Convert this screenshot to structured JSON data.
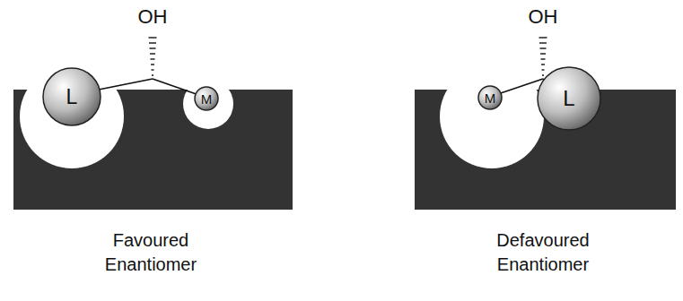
{
  "diagram": {
    "nodes": [
      {
        "text": [
          "L"
        ]
      },
      {
        "text": [
          "M"
        ]
      },
      {
        "text": [
          "M"
        ]
      },
      {
        "text": [
          "L"
        ]
      }
    ],
    "labels": [
      "OH",
      "OH",
      "Favoured Enantiomer",
      "Defavoured Enantiomer"
    ]
  }
}
